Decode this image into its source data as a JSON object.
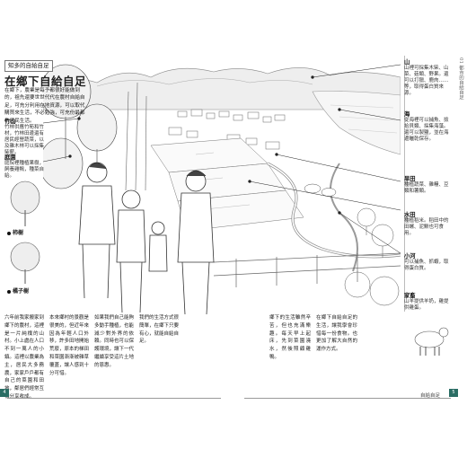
{
  "section_label": "知多的自給自足",
  "title": "在鄉下自給自足",
  "intro": "在鄉下，農業是每予都很好能做到的，祖先還要世世代代在農村自給自足，可充分利用在地資源，可以取代購買來生活，不必勉強，可充份最都市居民生活。",
  "left_callouts": [
    {
      "head": "竹山",
      "body": "竹林供應竹筍和竹材，竹林田邊還有居民經營蔬菜，以及雜木林可以採集柴薪。"
    },
    {
      "head": "庭園",
      "body": "庭院裡種植果樹，飼養雞鴨，種菜自給。"
    }
  ],
  "tree_labels": [
    "柿樹",
    "橘子樹"
  ],
  "right_callouts": [
    {
      "head": "山",
      "body": "山裡可採集木柴、山菜、菇類、野果。還可以打獵、鹿肉……等，取得蛋白質來源。"
    },
    {
      "head": "海",
      "body": "從海裡可以捕魚、撿拾貝類、採集海藻。還可以製鹽，並在海邊曬乾保存。"
    },
    {
      "head": "旱田",
      "body": "種植蔬菜、雜糧、豆類和薯類。"
    },
    {
      "head": "水田",
      "body": "種植稻米。稻田中的田螺、泥鰍也可食用。"
    },
    {
      "head": "小河",
      "body": "可以捕魚、抓蝦，取得蛋白質。"
    },
    {
      "head": "家畜",
      "body": "山羊提供羊奶，雞提供雞蛋。"
    }
  ],
  "side_tab": "01 都市的自給自足",
  "body_columns": [
    "六年前我家搬家到鄉下的農村，這裡是一片純樸的山村。小上處在人口不到一萬人的小鎮。這裡以農業為主，居民大多務農，家家戶戶都有自己的菜園和田地，鄰居們經常互相分享收成。",
    "本來鄉村的景觀是很美的，但近年來因為年輕人口外移，許多田地開始荒廢，原本的梯田和菜園漸漸被雜草覆蓋，讓人感到十分可惜。",
    "如果我們自己能夠多動手種植，也能減少對外界的依賴。同時也可以保護環境，讓下一代繼續享受這片土地的恩惠。",
    "我們的生活方式很簡單，在鄉下只要有心，就能自給自足。",
    "鄉下的生活雖然辛苦，但也充滿樂趣。每天早上起床，先到菜園澆水，然後照顧雞鴨。",
    "在鄉下自給自足的生活，讓我學會珍惜每一份食物。也更加了解大自然的運作方式。"
  ],
  "footer_right": "自給自足",
  "page_left": "4",
  "page_right": "5"
}
